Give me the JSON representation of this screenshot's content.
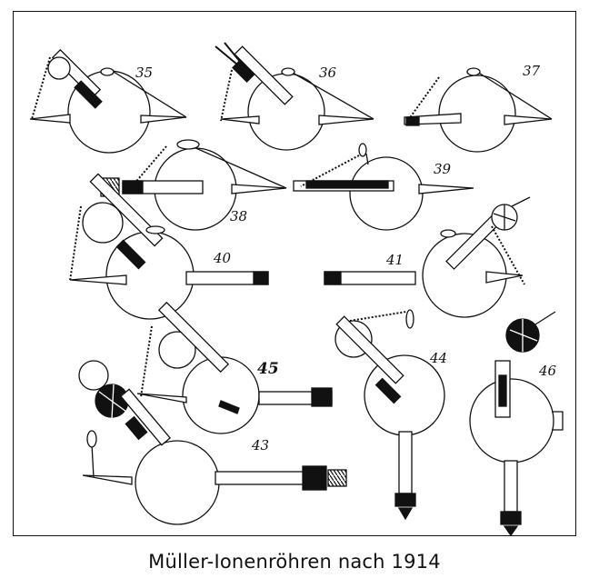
{
  "caption": "Müller-Ionenröhren nach 1914",
  "figure_labels": [
    "35",
    "36",
    "37",
    "38",
    "39",
    "40",
    "41",
    "45",
    "44",
    "43",
    "46"
  ]
}
